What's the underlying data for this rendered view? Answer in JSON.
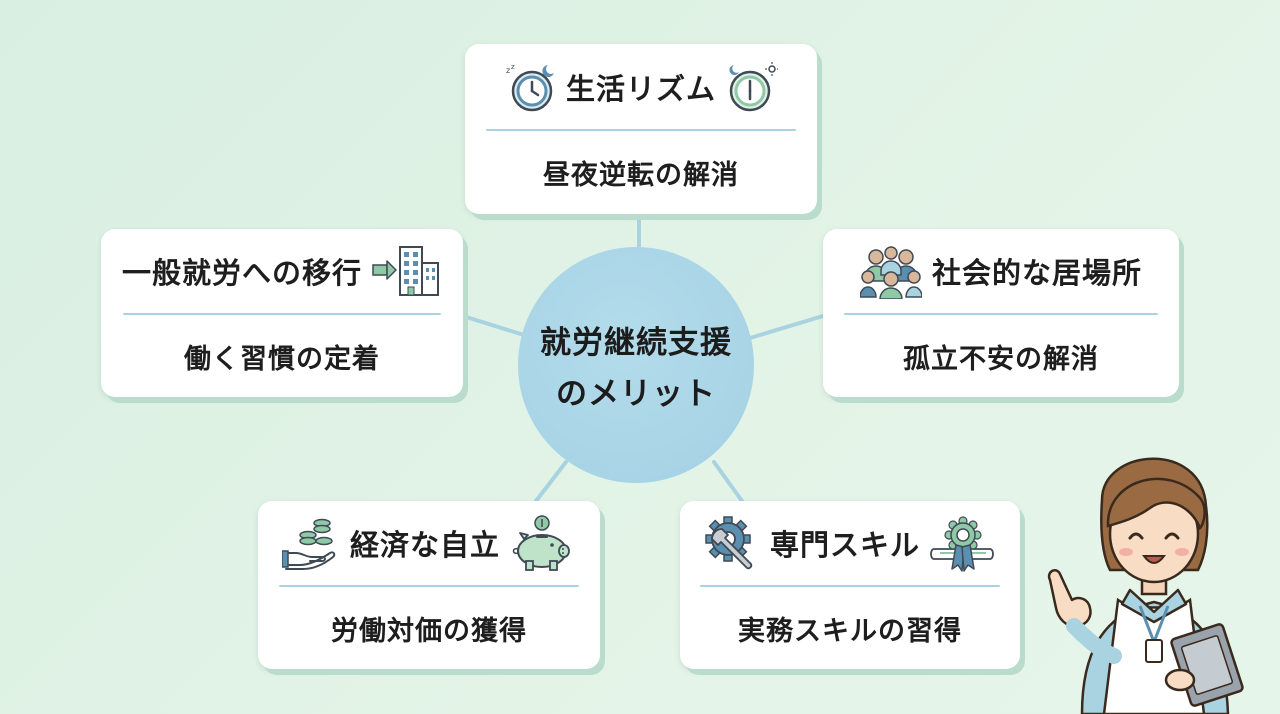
{
  "center": {
    "line1": "就労継続支援",
    "line2": "のメリット"
  },
  "cards": {
    "rhythm": {
      "title": "生活リズム",
      "subtitle": "昼夜逆転の解消"
    },
    "general": {
      "title": "一般就労への移行",
      "subtitle": "働く習慣の定着"
    },
    "social": {
      "title": "社会的な居場所",
      "subtitle": "孤立不安の解消"
    },
    "economic": {
      "title": "経済な自立",
      "subtitle": "労働対価の獲得"
    },
    "skill": {
      "title": "専門スキル",
      "subtitle": "実務スキルの習得"
    }
  },
  "icons": {
    "rhythm": [
      "night-clock-icon",
      "morning-clock-icon"
    ],
    "general": [
      "arrow-to-building-icon"
    ],
    "social": [
      "group-people-icon"
    ],
    "economic": [
      "coins-hand-icon",
      "piggy-bank-icon"
    ],
    "skill": [
      "gear-wrench-icon",
      "certificate-icon"
    ]
  },
  "colors": {
    "background": "#ddf1e4",
    "center_circle": "#a8d4e6",
    "connector": "#a9d3e0",
    "divider": "#a9d3e0",
    "card_shadow": "#b9dccd",
    "icon_blue": "#5b8fb0",
    "icon_green": "#8fc9a6"
  }
}
